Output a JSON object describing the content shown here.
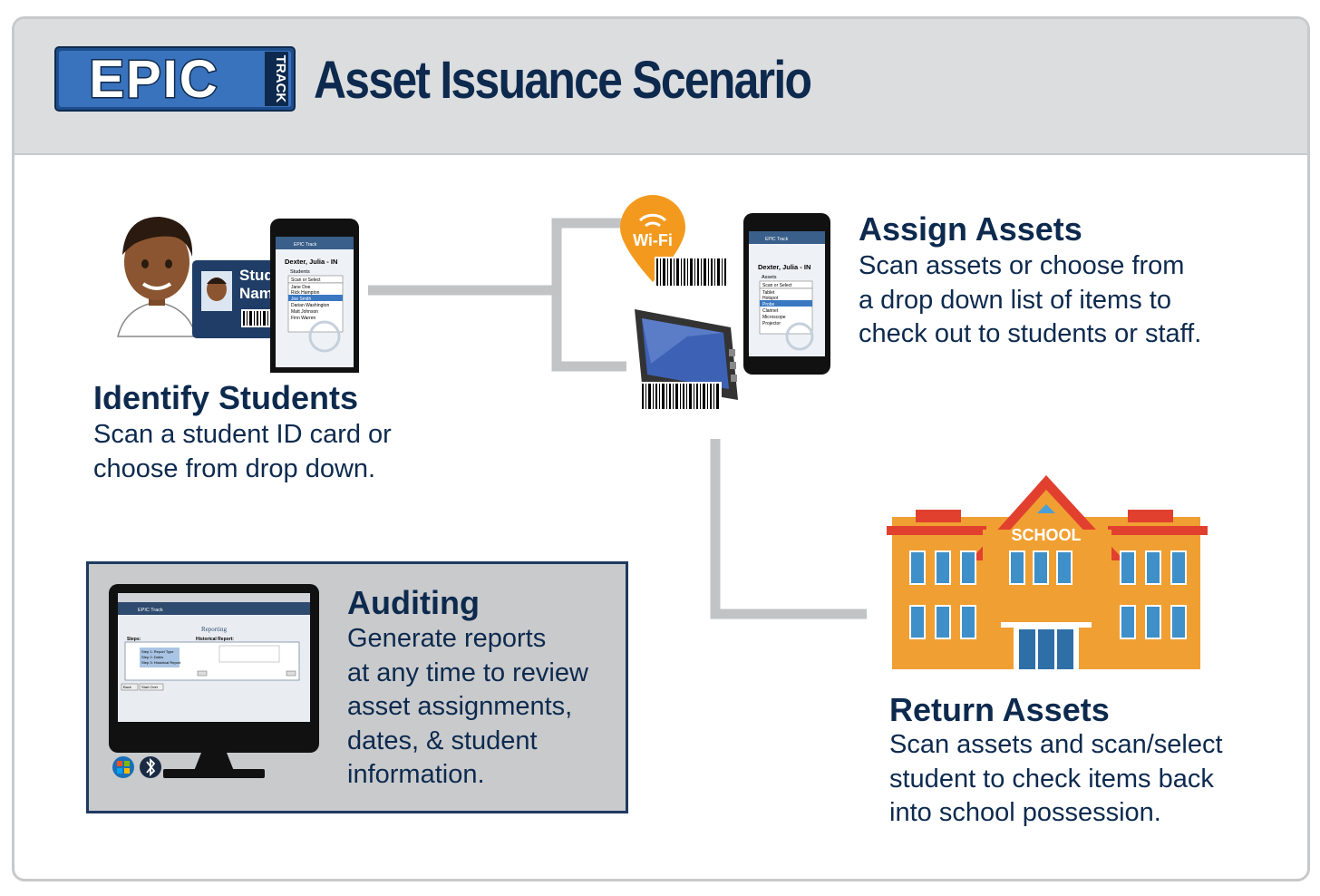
{
  "header": {
    "logo_text": "EPIC",
    "logo_subtext": "TRACK",
    "title": "Asset Issuance Scenario"
  },
  "steps": {
    "identify": {
      "heading": "Identify Students",
      "description_lines": [
        "Scan a student ID card or",
        "choose from drop down."
      ],
      "card_labels": [
        "Stud",
        "Nam"
      ],
      "phone": {
        "header": "EPIC Track",
        "name": "Dexter, Julia - IN",
        "field_label": "Students",
        "select": "Scan or Select",
        "options": [
          "Jane Doe",
          "Rick Hampton",
          "Joe Smith",
          "Darian Washington",
          "Matt Johnson",
          "Finn Warren"
        ]
      }
    },
    "assign": {
      "heading": "Assign Assets",
      "description_lines": [
        "Scan assets or choose from",
        "a drop down list of items to",
        "check out to students or staff."
      ],
      "wifi_label": "Wi-Fi",
      "phone": {
        "header": "EPIC Track",
        "name": "Dexter, Julia - IN",
        "field_label": "Assets",
        "select": "Scan or Select",
        "options": [
          "Tablet",
          "Hotspot",
          "Probe",
          "Clarinet",
          "Microscope",
          "Projector"
        ]
      }
    },
    "return": {
      "heading": "Return Assets",
      "description_lines": [
        "Scan assets and scan/select",
        "student to check items back",
        "into school possession."
      ],
      "school_sign": "SCHOOL"
    },
    "auditing": {
      "heading": "Auditing",
      "description_lines": [
        "Generate reports",
        "at any time to review",
        "asset assignments,",
        "dates, & student",
        "information."
      ],
      "screen": {
        "app_title": "EPIC Track",
        "page_title": "Reporting",
        "steps_label": "Steps:",
        "report_label": "Historical Report:",
        "step_items": [
          "Step 1: Report Type",
          "Step 2: Dates",
          "Step 3: Historical Report"
        ],
        "buttons": [
          "Back",
          "Start Over"
        ]
      }
    }
  },
  "colors": {
    "navy": "#0d2a4e",
    "header_bg": "#dcdddf",
    "connector": "#c2c3c5",
    "wifi_orange": "#f39a1e",
    "school_orange": "#f0a033",
    "roof_red": "#e2402e"
  },
  "icons": [
    "student-avatar-icon",
    "id-card-icon",
    "smartphone-icon",
    "wifi-pin-icon",
    "barcode-icon",
    "tablet-icon",
    "school-building-icon",
    "monitor-icon",
    "windows-logo-icon",
    "bluetooth-icon"
  ]
}
